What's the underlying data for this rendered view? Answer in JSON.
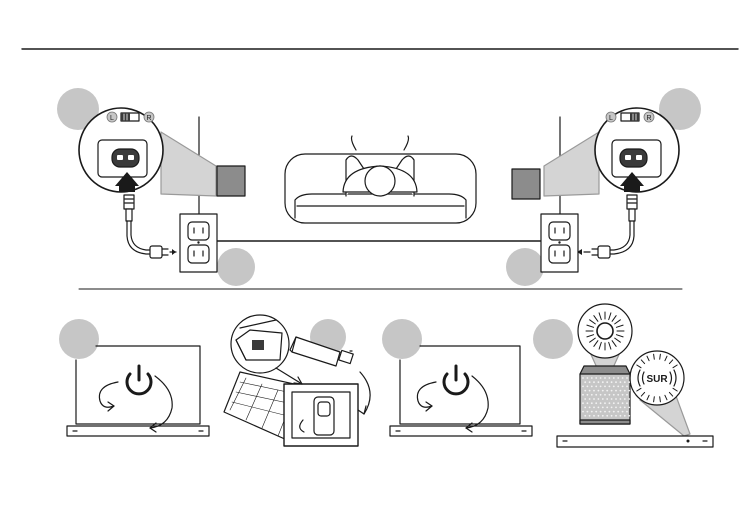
{
  "colors": {
    "line": "#1a1a1a",
    "step_circle": "#c6c6c6",
    "speaker_fill": "#8c8c8c",
    "cone_fill": "#d4d4d4",
    "dark_fill": "#3a3a3a"
  },
  "switch_labels": {
    "left": "L",
    "right": "R"
  },
  "surround_label": "SUR"
}
